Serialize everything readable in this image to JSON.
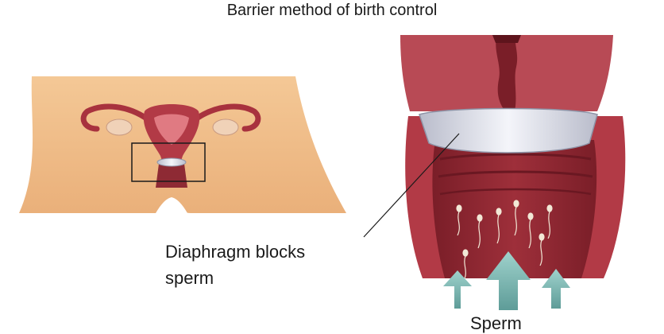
{
  "title": "Barrier method of birth control",
  "caption": "Diaphragm blocks\nsperm",
  "sperm_label": "Sperm",
  "colors": {
    "skin": "#f2c08e",
    "skin_dark": "#e0a06a",
    "uterus": "#a8323e",
    "uterus_light": "#c85a62",
    "uterus_dark": "#7a1e28",
    "ovary": "#f0d2b8",
    "diaphragm": "#d8dbe6",
    "arrow": "#7fb8b4"
  }
}
